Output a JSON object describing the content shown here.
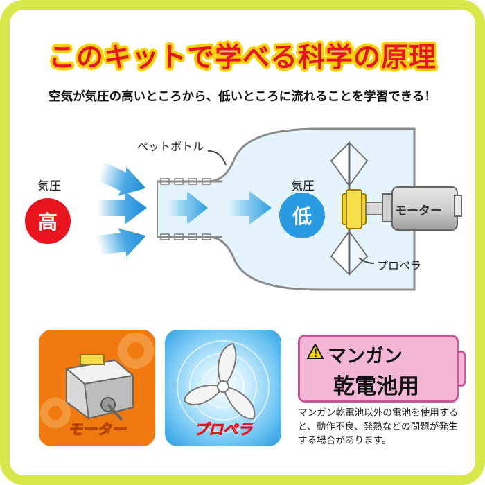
{
  "title": "このキットで学べる科学の原理",
  "subtitle": "空気が気圧の高いところから、低いところに流れることを学習できる！",
  "diagram": {
    "bottle_label": "ペットボトル",
    "pressure_label_left": "気圧",
    "pressure_high": "高",
    "pressure_label_right": "気圧",
    "pressure_low": "低",
    "motor_label": "モーター",
    "propeller_label": "プロペラ"
  },
  "tiles": {
    "motor_tile_label": "モーター",
    "propeller_tile_label": "プロペラ"
  },
  "notice": {
    "warning_icon": "warning-icon",
    "heading_line1": "マンガン",
    "heading_line2": "乾電池用",
    "body": "マンガン乾電池以外の電池を使用すると、動作不良、発熱などの問題が発生する場合があります。"
  },
  "colors": {
    "frame": "#d8e84a",
    "title_red": "#e8141e",
    "title_outline": "#f7d200",
    "high_red": "#e8141e",
    "low_blue": "#2a9be0",
    "arrow_blue": "#2a9be0",
    "motor_orange": "#f07a10",
    "propeller_blue": "#4ab4ec",
    "notice_pink": "#f3b6d6"
  }
}
